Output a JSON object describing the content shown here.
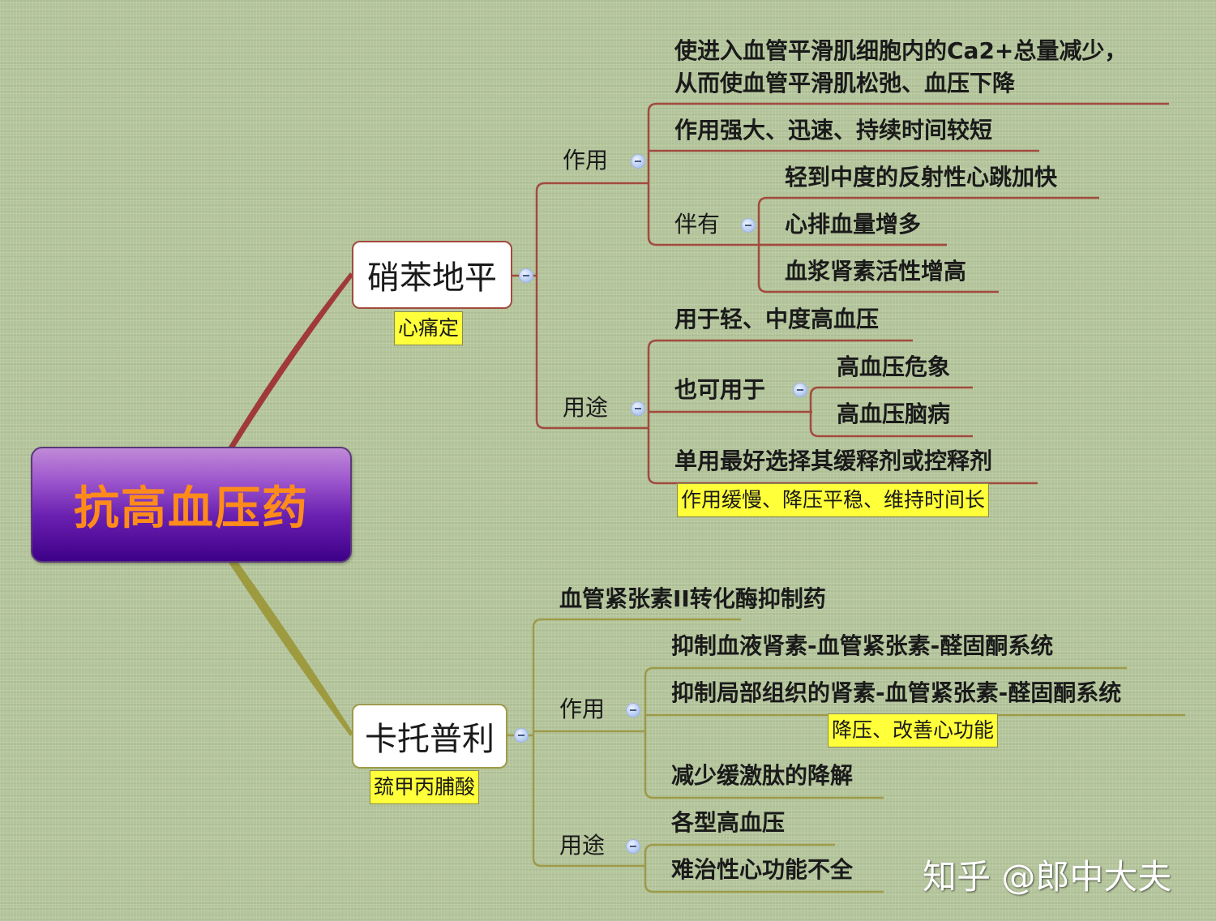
{
  "root": {
    "label": "抗高血压药",
    "text_color": "#ff8c1a",
    "bg_top": "#c08ad8",
    "bg_bottom": "#3e0088"
  },
  "branches": [
    {
      "label": "硝苯地平",
      "note": "心痛定",
      "line_color": "#a24a3e",
      "children": [
        {
          "label": "作用",
          "children": [
            {
              "label_line1": "使进入血管平滑肌细胞内的Ca2+总量减少，",
              "label_line2": "从而使血管平滑肌松弛、血压下降"
            },
            {
              "label": "作用强大、迅速、持续时间较短"
            },
            {
              "label": "伴有",
              "children": [
                {
                  "label": "轻到中度的反射性心跳加快"
                },
                {
                  "label": "心排血量增多"
                },
                {
                  "label": "血浆肾素活性增高"
                }
              ]
            }
          ]
        },
        {
          "label": "用途",
          "children": [
            {
              "label": "用于轻、中度高血压"
            },
            {
              "label": "也可用于",
              "children": [
                {
                  "label": "高血压危象"
                },
                {
                  "label": "高血压脑病"
                }
              ]
            },
            {
              "label": "单用最好选择其缓释剂或控释剂",
              "note": "作用缓慢、降压平稳、维持时间长"
            }
          ]
        }
      ]
    },
    {
      "label": "卡托普利",
      "note": "巯甲丙脯酸",
      "line_color": "#9e9a4a",
      "children": [
        {
          "label": "血管紧张素II转化酶抑制药"
        },
        {
          "label": "作用",
          "children": [
            {
              "label": "抑制血液肾素-血管紧张素-醛固酮系统"
            },
            {
              "label": "抑制局部组织的肾素-血管紧张素-醛固酮系统",
              "note": "降压、改善心功能"
            },
            {
              "label": "减少缓激肽的降解"
            }
          ]
        },
        {
          "label": "用途",
          "children": [
            {
              "label": "各型高血压"
            },
            {
              "label": "难治性心功能不全"
            }
          ]
        }
      ]
    }
  ],
  "watermark": "知乎 @郎中大夫",
  "colors": {
    "background": "#b3c49a",
    "note_bg": "#ffff3a",
    "toggle": "#b8cdf3"
  }
}
